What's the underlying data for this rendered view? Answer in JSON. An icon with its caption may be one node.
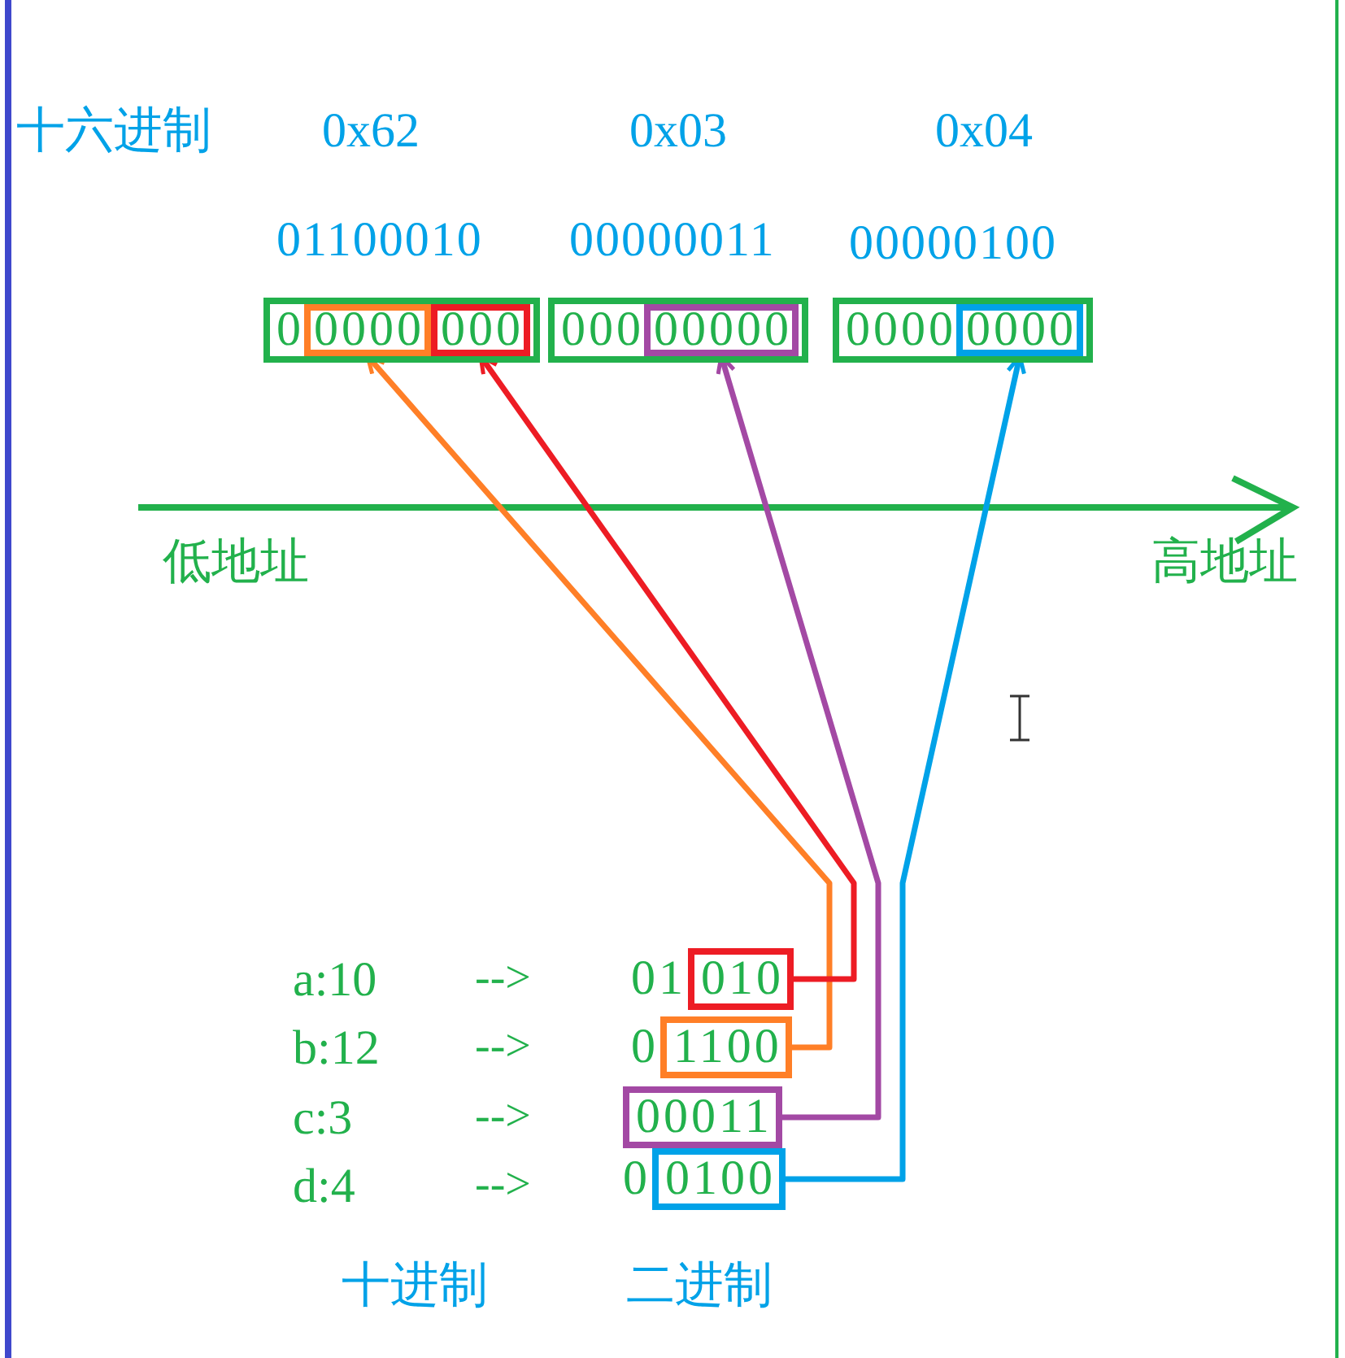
{
  "diagram": {
    "nodes": [
      {
        "text": [
          "0"
        ]
      },
      {
        "text": [
          "0000"
        ],
        "in": 0
      },
      {
        "text": [
          "000"
        ],
        "in": 0
      },
      {
        "text": [
          "000"
        ]
      },
      {
        "text": [
          "00000"
        ],
        "in": 3
      },
      {
        "text": [
          "0000"
        ]
      },
      {
        "text": [
          "0000"
        ],
        "in": 5
      },
      {
        "text": [
          "010"
        ],
        "beside": [
          "01"
        ]
      },
      {
        "text": [
          "1100"
        ],
        "beside": [
          "0"
        ]
      },
      {
        "text": [
          "00011"
        ]
      },
      {
        "text": [
          "0100"
        ],
        "beside": [
          "0"
        ]
      }
    ],
    "edges": [
      {
        "from": 8,
        "to": 1,
        "arrow": "to",
        "color": "#ff7f27"
      },
      {
        "from": 7,
        "to": 2,
        "arrow": "to",
        "color": "#ed1c24"
      },
      {
        "from": 9,
        "to": 4,
        "arrow": "to",
        "color": "#a349a4"
      },
      {
        "from": 10,
        "to": 6,
        "arrow": "to",
        "color": "#00a2e8"
      }
    ],
    "labels": [
      "十六进制",
      "0x62",
      "0x03",
      "0x04",
      "01100010",
      "00000011",
      "00000100",
      "低地址",
      "高地址",
      "a:10",
      "-->",
      "b:12",
      "-->",
      "c:3",
      "-->",
      "d:4",
      "-->",
      "十进制",
      "二进制"
    ]
  }
}
